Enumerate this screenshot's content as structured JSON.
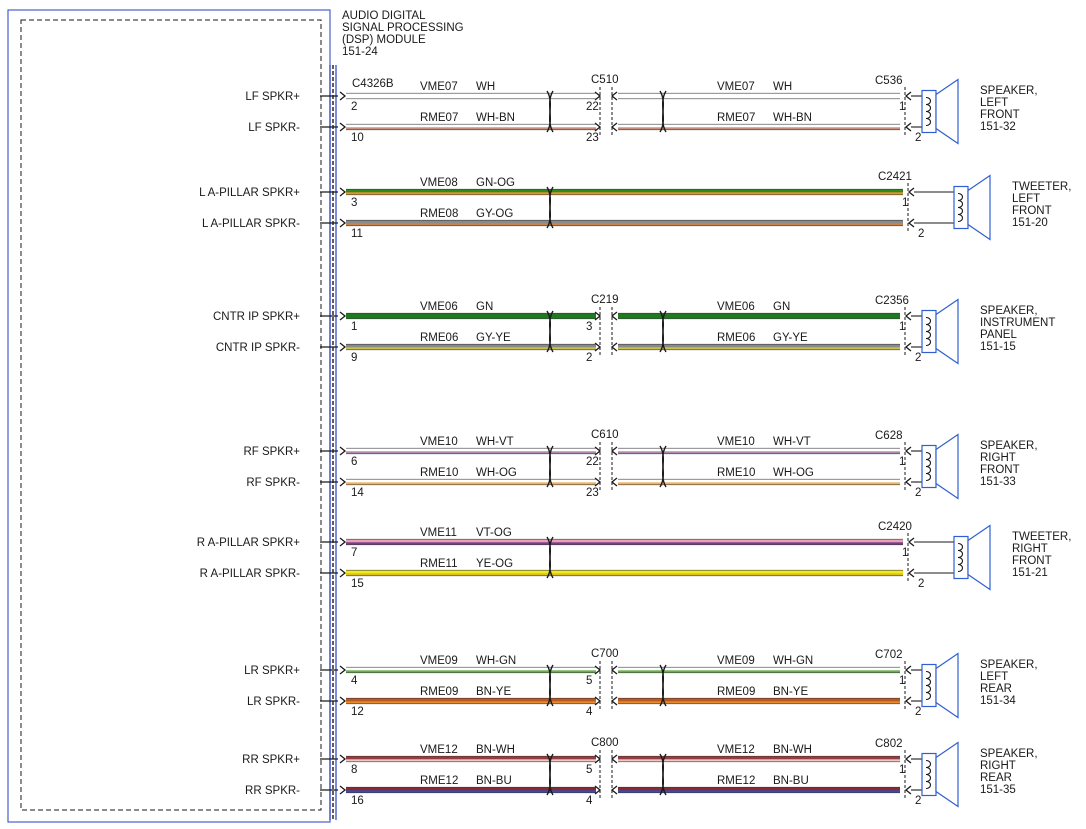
{
  "module": {
    "title_lines": [
      "AUDIO DIGITAL",
      "SIGNAL PROCESSING",
      "(DSP) MODULE",
      "151-24"
    ],
    "connector": "C4326B"
  },
  "channels": [
    {
      "pos": {
        "label": "LF SPKR+",
        "pin": "2",
        "circuit": "VME07",
        "color_code": "WH",
        "colors": [
          "#ffffff"
        ]
      },
      "neg": {
        "label": "LF SPKR-",
        "pin": "10",
        "circuit": "RME07",
        "color_code": "WH-BN",
        "colors": [
          "#ffffff",
          "#c88d7b"
        ]
      },
      "inline": {
        "name": "C510",
        "pos_pin": "22",
        "neg_pin": "23"
      },
      "device_connector": "C536",
      "device_pos_pin": "1",
      "device_neg_pin": "2",
      "device_type": "speaker",
      "device_lines": [
        "SPEAKER,",
        "LEFT",
        "FRONT",
        "151-32"
      ]
    },
    {
      "pos": {
        "label": "L A-PILLAR SPKR+",
        "pin": "3",
        "circuit": "VME08",
        "color_code": "GN-OG",
        "colors": [
          "#2e8b1e",
          "#e3962c"
        ]
      },
      "neg": {
        "label": "L A-PILLAR SPKR-",
        "pin": "11",
        "circuit": "RME08",
        "color_code": "GY-OG",
        "colors": [
          "#8a8a8a",
          "#c9844a"
        ]
      },
      "inline": null,
      "device_connector": "C2421",
      "device_pos_pin": "1",
      "device_neg_pin": "2",
      "device_type": "tweeter",
      "device_lines": [
        "TWEETER,",
        "LEFT",
        "FRONT",
        "151-20"
      ]
    },
    {
      "pos": {
        "label": "CNTR IP SPKR+",
        "pin": "1",
        "circuit": "VME06",
        "color_code": "GN",
        "colors": [
          "#1f7a1f"
        ]
      },
      "neg": {
        "label": "CNTR IP SPKR-",
        "pin": "9",
        "circuit": "RME06",
        "color_code": "GY-YE",
        "colors": [
          "#8a8a8a",
          "#c9c24a"
        ]
      },
      "inline": {
        "name": "C219",
        "pos_pin": "3",
        "neg_pin": "2"
      },
      "device_connector": "C2356",
      "device_pos_pin": "1",
      "device_neg_pin": "2",
      "device_type": "speaker",
      "device_lines": [
        "SPEAKER,",
        "INSTRUMENT",
        "PANEL",
        "151-15"
      ]
    },
    {
      "pos": {
        "label": "RF SPKR+",
        "pin": "6",
        "circuit": "VME10",
        "color_code": "WH-VT",
        "colors": [
          "#ffffff",
          "#b08ab0"
        ]
      },
      "neg": {
        "label": "RF SPKR-",
        "pin": "14",
        "circuit": "RME10",
        "color_code": "WH-OG",
        "colors": [
          "#ffffff",
          "#efb266"
        ]
      },
      "inline": {
        "name": "C610",
        "pos_pin": "22",
        "neg_pin": "23"
      },
      "device_connector": "C628",
      "device_pos_pin": "1",
      "device_neg_pin": "2",
      "device_type": "speaker",
      "device_lines": [
        "SPEAKER,",
        "RIGHT",
        "FRONT",
        "151-33"
      ]
    },
    {
      "pos": {
        "label": "R A-PILLAR SPKR+",
        "pin": "7",
        "circuit": "VME11",
        "color_code": "VT-OG",
        "colors": [
          "#e8a0b4",
          "#7a3c8c"
        ]
      },
      "neg": {
        "label": "R A-PILLAR SPKR-",
        "pin": "15",
        "circuit": "RME11",
        "color_code": "YE-OG",
        "colors": [
          "#f2ea1e",
          "#d9c21e"
        ]
      },
      "inline": null,
      "device_connector": "C2420",
      "device_pos_pin": "1",
      "device_neg_pin": "2",
      "device_type": "tweeter",
      "device_lines": [
        "TWEETER,",
        "RIGHT",
        "FRONT",
        "151-21"
      ]
    },
    {
      "pos": {
        "label": "LR SPKR+",
        "pin": "4",
        "circuit": "VME09",
        "color_code": "WH-GN",
        "colors": [
          "#ffffff",
          "#6ab04c"
        ]
      },
      "neg": {
        "label": "LR SPKR-",
        "pin": "12",
        "circuit": "RME09",
        "color_code": "BN-YE",
        "colors": [
          "#c0561e",
          "#e08c2c"
        ]
      },
      "inline": {
        "name": "C700",
        "pos_pin": "5",
        "neg_pin": "4"
      },
      "device_connector": "C702",
      "device_pos_pin": "1",
      "device_neg_pin": "2",
      "device_type": "speaker",
      "device_lines": [
        "SPEAKER,",
        "LEFT",
        "REAR",
        "151-34"
      ]
    },
    {
      "pos": {
        "label": "RR SPKR+",
        "pin": "8",
        "circuit": "VME12",
        "color_code": "BN-WH",
        "colors": [
          "#9a3a3a",
          "#e8c8c8"
        ]
      },
      "neg": {
        "label": "RR SPKR-",
        "pin": "16",
        "circuit": "RME12",
        "color_code": "BN-BU",
        "colors": [
          "#8b2a2a",
          "#3a4ab0"
        ]
      },
      "inline": {
        "name": "C800",
        "pos_pin": "5",
        "neg_pin": "4"
      },
      "device_connector": "C802",
      "device_pos_pin": "1",
      "device_neg_pin": "2",
      "device_type": "speaker",
      "device_lines": [
        "SPEAKER,",
        "RIGHT",
        "REAR",
        "151-35"
      ]
    }
  ],
  "colors": {
    "module_border": "#4a5fd0",
    "ink": "#1a1a1a",
    "device_blue": "#3060d0"
  }
}
